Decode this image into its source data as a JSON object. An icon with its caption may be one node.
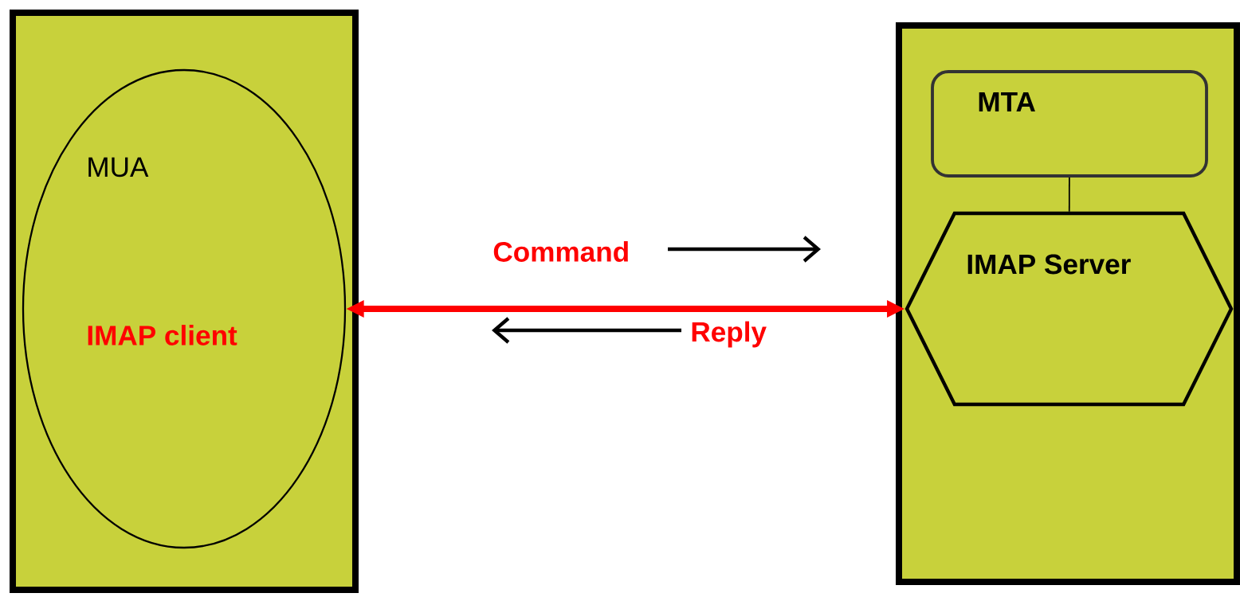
{
  "diagram": {
    "nodes": [
      {
        "text": [],
        "shape": "box"
      },
      {
        "text": [
          "MUA",
          "IMAP client"
        ],
        "in": 0
      },
      {
        "text": [],
        "shape": "box"
      },
      {
        "text": [
          "MTA"
        ],
        "in": 2
      },
      {
        "text": [
          "IMAP Server"
        ],
        "in": 2
      }
    ],
    "edges": [
      {
        "from": 1,
        "to": 4,
        "arrow": "both",
        "style": "thick",
        "color": "#ff0000"
      },
      {
        "from": 3,
        "to": 4,
        "arrow": "none",
        "color": "#000000"
      }
    ],
    "labels": [
      "Command",
      "Reply"
    ]
  }
}
